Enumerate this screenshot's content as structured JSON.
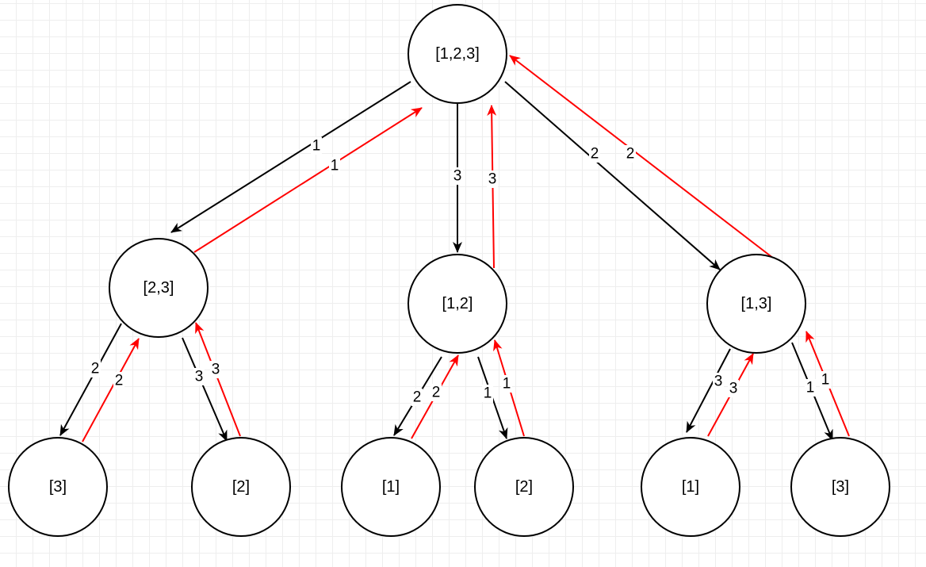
{
  "colors": {
    "forward_edge": "#000000",
    "backtrack_edge": "#ff0000",
    "node_border": "#000000",
    "grid": "#eeeeee"
  },
  "nodes": [
    {
      "id": "root",
      "label": "[1,2,3]"
    },
    {
      "id": "l",
      "label": "[2,3]"
    },
    {
      "id": "m",
      "label": "[1,2]"
    },
    {
      "id": "r",
      "label": "[1,3]"
    },
    {
      "id": "l1",
      "label": "[3]"
    },
    {
      "id": "l2",
      "label": "[2]"
    },
    {
      "id": "m1",
      "label": "[1]"
    },
    {
      "id": "m2",
      "label": "[2]"
    },
    {
      "id": "r1",
      "label": "[1]"
    },
    {
      "id": "r2",
      "label": "[3]"
    }
  ],
  "edges": [
    {
      "id": "root-l-down",
      "kind": "forward",
      "label": "1"
    },
    {
      "id": "l-root-up",
      "kind": "backtrack",
      "label": "1"
    },
    {
      "id": "root-m-down",
      "kind": "forward",
      "label": "3"
    },
    {
      "id": "m-root-up",
      "kind": "backtrack",
      "label": "3"
    },
    {
      "id": "root-r-down",
      "kind": "forward",
      "label": "2"
    },
    {
      "id": "r-root-up",
      "kind": "backtrack",
      "label": "2"
    },
    {
      "id": "l-l1-down",
      "kind": "forward",
      "label": "2"
    },
    {
      "id": "l1-l-up",
      "kind": "backtrack",
      "label": "2"
    },
    {
      "id": "l-l2-down",
      "kind": "forward",
      "label": "3"
    },
    {
      "id": "l2-l-up",
      "kind": "backtrack",
      "label": "3"
    },
    {
      "id": "m-m1-down",
      "kind": "forward",
      "label": "2"
    },
    {
      "id": "m1-m-up",
      "kind": "backtrack",
      "label": "2"
    },
    {
      "id": "m-m2-down",
      "kind": "forward",
      "label": "1"
    },
    {
      "id": "m2-m-up",
      "kind": "backtrack",
      "label": "1"
    },
    {
      "id": "r-r1-down",
      "kind": "forward",
      "label": "3"
    },
    {
      "id": "r1-r-up",
      "kind": "backtrack",
      "label": "3"
    },
    {
      "id": "r-r2-down",
      "kind": "forward",
      "label": "1"
    },
    {
      "id": "r2-r-up",
      "kind": "backtrack",
      "label": "1"
    }
  ]
}
